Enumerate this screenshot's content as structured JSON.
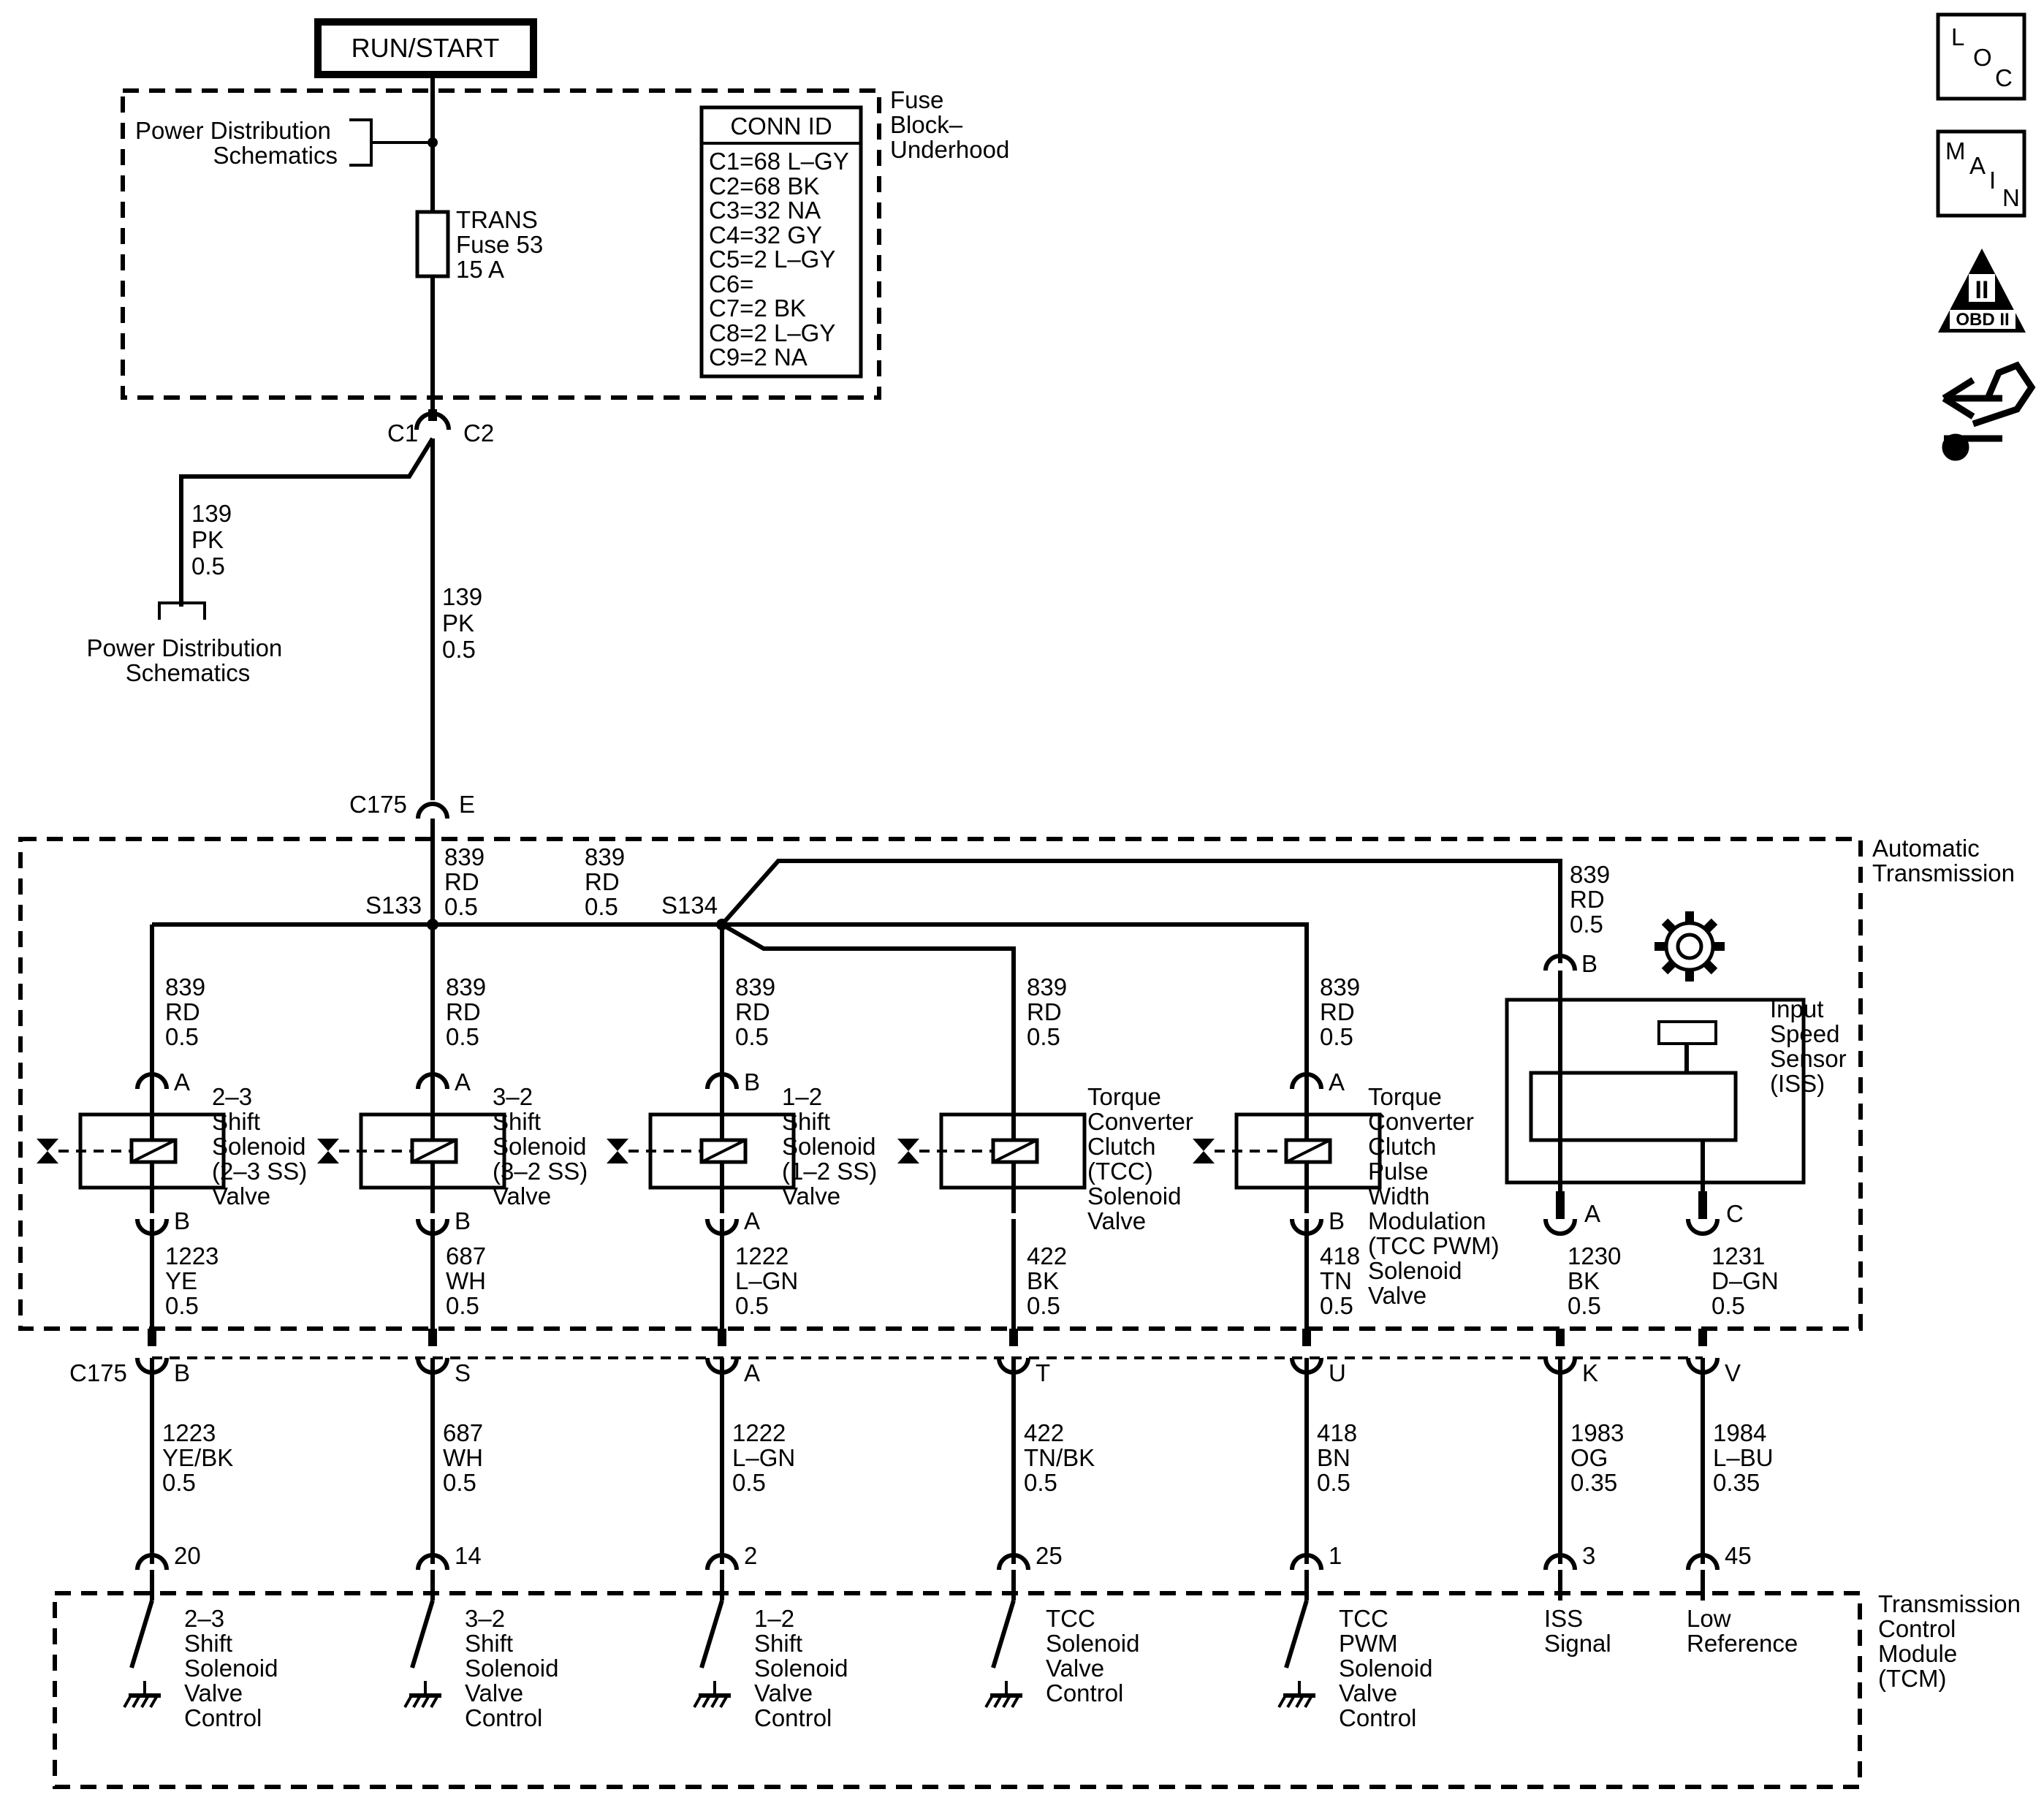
{
  "supply": {
    "label": "RUN/START"
  },
  "fuse_block": {
    "name": "Fuse Block–Underhood",
    "name_lines": [
      "Fuse",
      "Block–",
      "Underhood"
    ],
    "pds_lines": [
      "Power Distribution",
      "Schematics"
    ],
    "fuse_lines": [
      "TRANS",
      "Fuse 53",
      "15 A"
    ],
    "conn_id_header": "CONN ID",
    "conn_ids": [
      "C1=68 L–GY",
      "C2=68 BK",
      "C3=32 NA",
      "C4=32 GY",
      "C5=2 L–GY",
      "C6=",
      "C7=2 BK",
      "C8=2 L–GY",
      "C9=2 NA"
    ],
    "c1": "C1",
    "c2": "C2"
  },
  "branch": {
    "wire_lines": [
      "139",
      "PK",
      "0.5"
    ],
    "pds_lines": [
      "Power Distribution",
      "Schematics"
    ]
  },
  "feed_wire": {
    "lines": [
      "139",
      "PK",
      "0.5"
    ]
  },
  "c175": {
    "name": "C175",
    "pin_e": "E"
  },
  "transmission": {
    "name_lines": [
      "Automatic",
      "Transmission"
    ],
    "s133": "S133",
    "s134": "S134",
    "wire_839_a": [
      "839",
      "RD",
      "0.5"
    ],
    "wire_839_b": [
      "839",
      "RD",
      "0.5"
    ],
    "wire_839_iss": [
      "839",
      "RD",
      "0.5"
    ]
  },
  "solenoids": [
    {
      "top_wire": [
        "839",
        "RD",
        "0.5"
      ],
      "top_pin": "A",
      "name_lines": [
        "2–3",
        "Shift",
        "Solenoid",
        "(2–3 SS)",
        "Valve"
      ],
      "bot_pin": "B",
      "bot_wire": [
        "1223",
        "YE",
        "0.5"
      ]
    },
    {
      "top_wire": [
        "839",
        "RD",
        "0.5"
      ],
      "top_pin": "A",
      "name_lines": [
        "3–2",
        "Shift",
        "Solenoid",
        "(3–2 SS)",
        "Valve"
      ],
      "bot_pin": "B",
      "bot_wire": [
        "687",
        "WH",
        "0.5"
      ]
    },
    {
      "top_wire": [
        "839",
        "RD",
        "0.5"
      ],
      "top_pin": "B",
      "name_lines": [
        "1–2",
        "Shift",
        "Solenoid",
        "(1–2 SS)",
        "Valve"
      ],
      "bot_pin": "A",
      "bot_wire": [
        "1222",
        "L–GN",
        "0.5"
      ]
    },
    {
      "top_wire": [
        "839",
        "RD",
        "0.5"
      ],
      "top_pin": "",
      "name_lines": [
        "Torque",
        "Converter",
        "Clutch",
        "(TCC)",
        "Solenoid",
        "Valve"
      ],
      "bot_pin": "",
      "bot_wire": [
        "422",
        "BK",
        "0.5"
      ]
    },
    {
      "top_wire": [
        "839",
        "RD",
        "0.5"
      ],
      "top_pin": "A",
      "name_lines": [
        "Torque",
        "Converter",
        "Clutch",
        "Pulse",
        "Width",
        "Modulation",
        "(TCC PWM)",
        "Solenoid",
        "Valve"
      ],
      "bot_pin": "B",
      "bot_wire": [
        "418",
        "TN",
        "0.5"
      ]
    }
  ],
  "iss": {
    "name_lines": [
      "Input",
      "Speed",
      "Sensor",
      "(ISS)"
    ],
    "top_pin": "B",
    "pin_a": "A",
    "pin_c": "C",
    "wire_a": [
      "1230",
      "BK",
      "0.5"
    ],
    "wire_c": [
      "1231",
      "D–GN",
      "0.5"
    ]
  },
  "c175_pins": [
    "B",
    "S",
    "A",
    "T",
    "U",
    "K",
    "V"
  ],
  "lower_wires": [
    [
      "1223",
      "YE/BK",
      "0.5"
    ],
    [
      "687",
      "WH",
      "0.5"
    ],
    [
      "1222",
      "L–GN",
      "0.5"
    ],
    [
      "422",
      "TN/BK",
      "0.5"
    ],
    [
      "418",
      "BN",
      "0.5"
    ],
    [
      "1983",
      "OG",
      "0.35"
    ],
    [
      "1984",
      "L–BU",
      "0.35"
    ]
  ],
  "tcm": {
    "name_lines": [
      "Transmission",
      "Control",
      "Module",
      "(TCM)"
    ],
    "pins": [
      "20",
      "14",
      "2",
      "25",
      "1",
      "3",
      "45"
    ],
    "functions": [
      [
        "2–3",
        "Shift",
        "Solenoid",
        "Valve",
        "Control"
      ],
      [
        "3–2",
        "Shift",
        "Solenoid",
        "Valve",
        "Control"
      ],
      [
        "1–2",
        "Shift",
        "Solenoid",
        "Valve",
        "Control"
      ],
      [
        "TCC",
        "Solenoid",
        "Valve",
        "Control"
      ],
      [
        "TCC",
        "PWM",
        "Solenoid",
        "Valve",
        "Control"
      ],
      [
        "ISS",
        "Signal"
      ],
      [
        "Low",
        "Reference"
      ]
    ]
  },
  "side_icons": {
    "loc_letters": [
      "L",
      "O",
      "C"
    ],
    "main_letters": [
      "M",
      "A",
      "I",
      "N"
    ],
    "obd_numeral": "II",
    "obd_label": "OBD II"
  }
}
